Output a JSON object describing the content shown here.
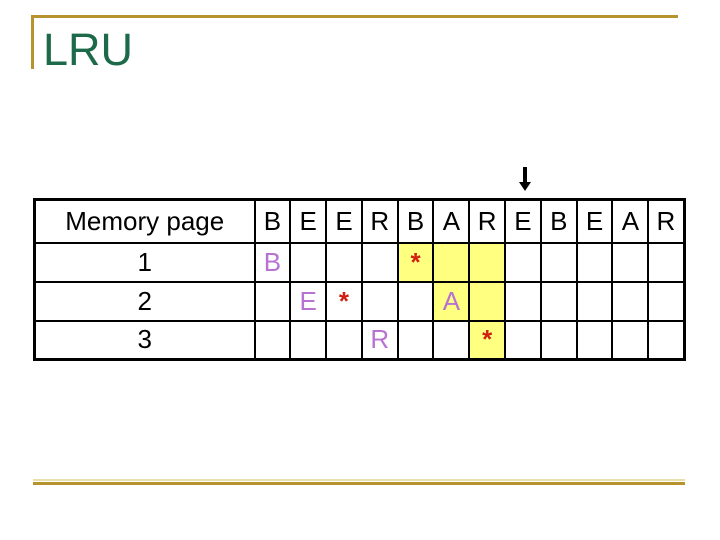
{
  "slide": {
    "title": "LRU",
    "colors": {
      "title_green": "#1C6A4A",
      "gold": "#B6932C",
      "gold_light": "#E7DFAE",
      "highlight_yellow": "#FFFF80",
      "letter_purple": "#B873D2",
      "star_red": "#D02010",
      "table_border": "#000000"
    }
  },
  "pointer": {
    "icon": "down-arrow-icon",
    "symbol": "↓",
    "points_to_column": 8
  },
  "table": {
    "header": {
      "label": "Memory page",
      "reference_string": [
        "B",
        "E",
        "E",
        "R",
        "B",
        "A",
        "R",
        "E",
        "B",
        "E",
        "A",
        "R"
      ]
    },
    "rows": [
      {
        "label": "1",
        "cells": [
          {
            "text": "B",
            "color": "purple"
          },
          {},
          {},
          {},
          {
            "text": "*",
            "color": "red",
            "highlight": true
          },
          {
            "highlight": true
          },
          {
            "highlight": true
          },
          {},
          {},
          {},
          {},
          {}
        ]
      },
      {
        "label": "2",
        "cells": [
          {},
          {
            "text": "E",
            "color": "purple"
          },
          {
            "text": "*",
            "color": "red"
          },
          {},
          {},
          {
            "text": "A",
            "color": "purple",
            "highlight": true
          },
          {
            "highlight": true
          },
          {},
          {},
          {},
          {},
          {}
        ]
      },
      {
        "label": "3",
        "cells": [
          {},
          {},
          {},
          {
            "text": "R",
            "color": "purple"
          },
          {},
          {},
          {
            "text": "*",
            "color": "red",
            "highlight": true
          },
          {},
          {},
          {},
          {},
          {}
        ]
      }
    ]
  }
}
